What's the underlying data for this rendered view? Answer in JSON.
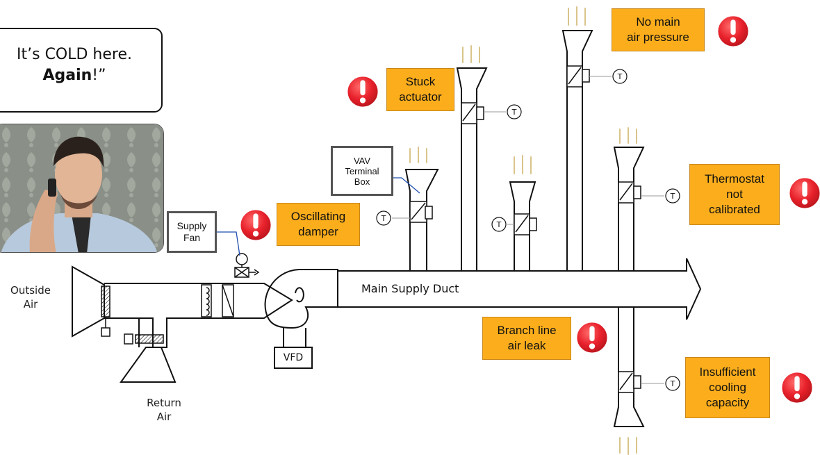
{
  "speech": {
    "line1": "It’s COLD here.",
    "line2_bold": "Again",
    "line2_rest": "!”"
  },
  "labels": {
    "outside_air": [
      "Outside",
      "Air"
    ],
    "return_air": [
      "Return",
      "Air"
    ],
    "supply_fan": [
      "Supply",
      "Fan"
    ],
    "vav_box": [
      "VAV",
      "Terminal",
      "Box"
    ],
    "vfd": "VFD",
    "main_duct": "Main Supply Duct",
    "thermostat_symbol": "T"
  },
  "faults": {
    "no_pressure": [
      "No main",
      "air pressure"
    ],
    "stuck_actuator": [
      "Stuck",
      "actuator"
    ],
    "oscillating_damper": [
      "Oscillating",
      "damper"
    ],
    "thermostat": [
      "Thermostat",
      "not",
      "calibrated"
    ],
    "branch_leak": [
      "Branch line",
      "air leak"
    ],
    "insufficient": [
      "Insufficient",
      "cooling",
      "capacity"
    ]
  },
  "colors": {
    "fault_fill": "#fbad1c",
    "alert_red": "#e8212b",
    "line": "#111111",
    "callout_line": "#1f4fb0"
  }
}
